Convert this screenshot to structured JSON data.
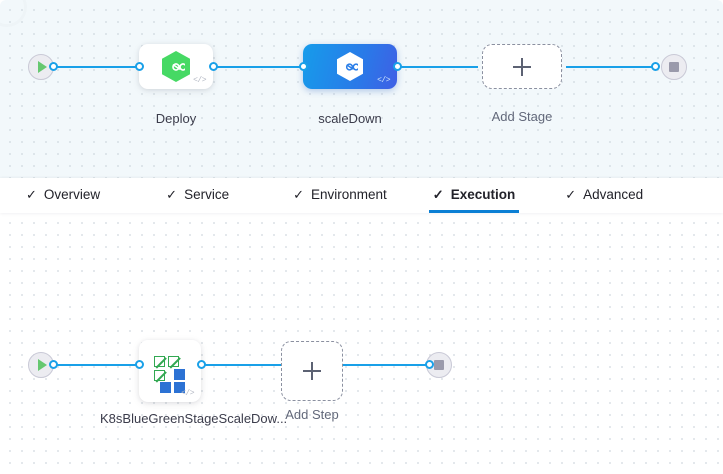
{
  "tabs": [
    {
      "label": "Overview",
      "icon": "check-icon",
      "active": false
    },
    {
      "label": "Service",
      "icon": "check-icon",
      "active": false
    },
    {
      "label": "Environment",
      "icon": "check-icon",
      "active": false
    },
    {
      "label": "Execution",
      "icon": "check-icon",
      "active": true
    },
    {
      "label": "Advanced",
      "icon": "check-icon",
      "active": false
    }
  ],
  "checkmark": "✓",
  "stage_canvas": {
    "start_node": {
      "icon": "play-icon"
    },
    "end_node": {
      "icon": "stop-icon"
    },
    "stages": [
      {
        "label": "Deploy",
        "icon": "harness-hexagon-green-icon",
        "selected": false,
        "badge": "</>"
      },
      {
        "label": "scaleDown",
        "icon": "harness-hexagon-white-icon",
        "selected": true,
        "badge": "</>"
      }
    ],
    "add_stage": {
      "label": "Add Stage",
      "icon": "plus-icon"
    }
  },
  "step_canvas": {
    "start_node": {
      "icon": "play-icon"
    },
    "end_node": {
      "icon": "stop-icon"
    },
    "steps": [
      {
        "label": "K8sBlueGreenStageScaleDow...",
        "icon": "kubernetes-grid-icon",
        "badge": "</>"
      }
    ],
    "add_step": {
      "label": "Add Step",
      "icon": "plus-icon"
    }
  },
  "colors": {
    "accent_blue": "#19a0e8",
    "tab_active_underline": "#0b7fd4",
    "selected_node_gradient_start": "#169ceb",
    "selected_node_gradient_end": "#3f5fe5",
    "harness_green": "#46d964",
    "stage_canvas_bg": "#f2f8fb",
    "step_canvas_bg": "#ffffff",
    "label_text": "#3b3c4b",
    "muted_text": "#62687a"
  }
}
